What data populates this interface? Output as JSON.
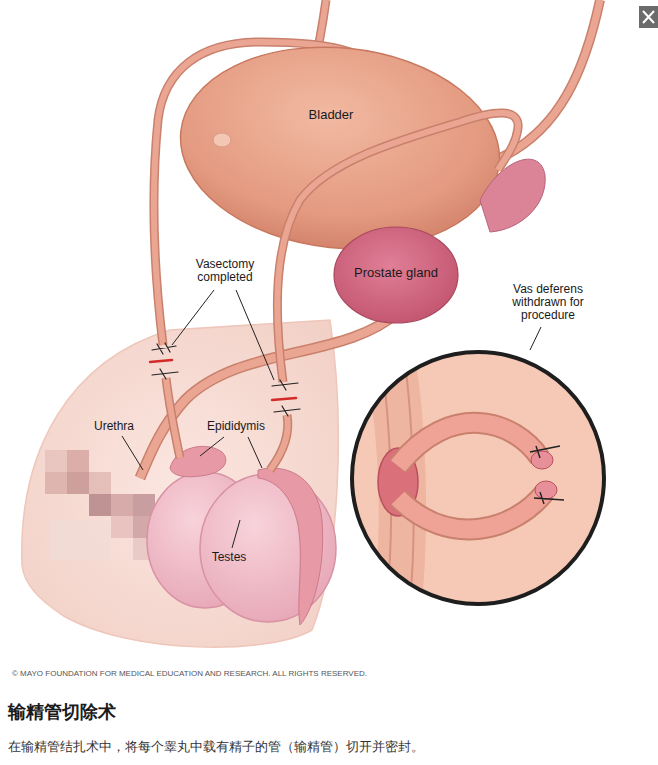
{
  "diagram": {
    "title": "输精管切除术",
    "caption": "在输精管结扎术中，将每个睾丸中载有精子的管（输精管）切开并密封。",
    "labels": [
      "Bladder",
      "Vasectomy completed",
      "Prostate gland",
      "Vas deferens withdrawn for procedure",
      "Urethra",
      "Epididymis",
      "Testes",
      "© MAYO FOUNDATION FOR MEDICAL EDUCATION AND RESEARCH. ALL RIGHTS RESERVED."
    ]
  }
}
